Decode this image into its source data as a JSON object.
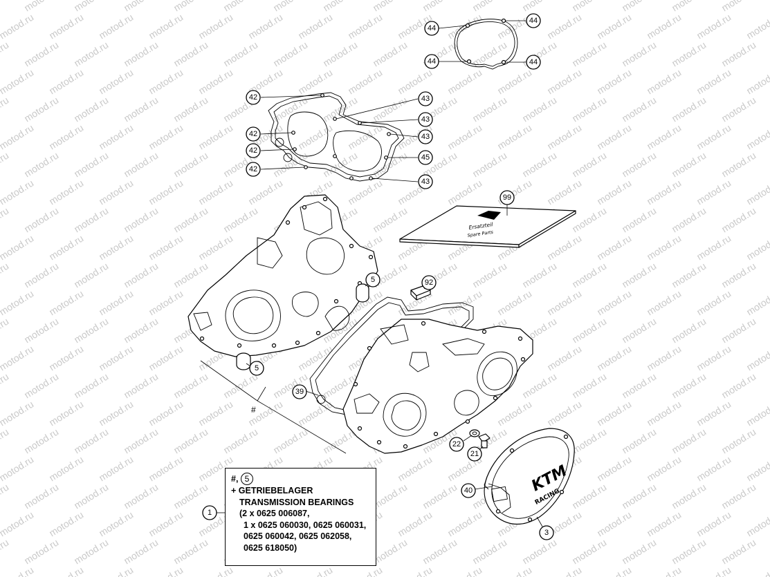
{
  "watermark": {
    "text": "motod.ru"
  },
  "callouts": {
    "c44a": "44",
    "c44b": "44",
    "c44c": "44",
    "c44d": "44",
    "c42a": "42",
    "c42b": "42",
    "c42c": "42",
    "c42d": "42",
    "c43a": "43",
    "c43b": "43",
    "c43c": "43",
    "c43d": "43",
    "c45": "45",
    "c99": "99",
    "c5a": "5",
    "c5b": "5",
    "c92": "92",
    "c39": "39",
    "c22": "22",
    "c21": "21",
    "c40": "40",
    "c3": "3",
    "c1": "1"
  },
  "hash_label": "#",
  "manual": {
    "line1": "Ersatzteil",
    "line2": "Spare Parts"
  },
  "cover_logo": {
    "brand": "KTM",
    "sub": "RACING"
  },
  "note": {
    "line0_hash": "#,",
    "line0_num": "5",
    "line1": "+ GETRIEBELAGER",
    "line2": "TRANSMISSION BEARINGS",
    "line3": "(2 x 0625 006087,",
    "line4": "1 x 0625 060030, 0625 060031,",
    "line5": "0625 060042, 0625 062058,",
    "line6": "0625 618050)"
  }
}
